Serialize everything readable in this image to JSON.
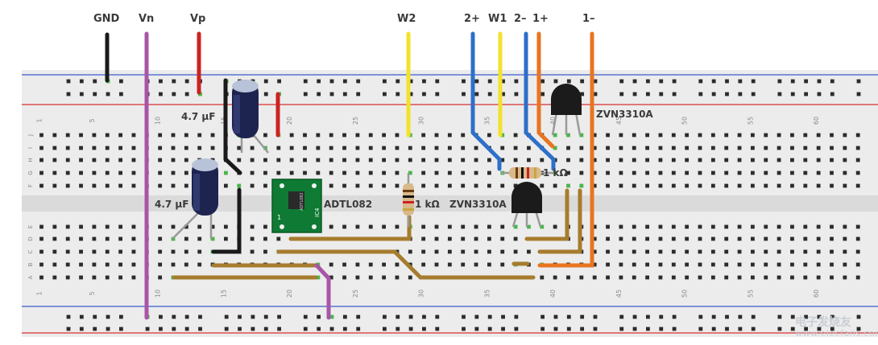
{
  "wire_labels": {
    "gnd": "GND",
    "vn": "Vn",
    "vp": "Vp",
    "w2": "W2",
    "two_plus": "2+",
    "w1": "W1",
    "two_minus": "2–",
    "one_plus": "1+",
    "one_minus": "1–"
  },
  "components": {
    "cap_top_label": "4.7 µF",
    "cap_bottom_label": "4.7 µF",
    "ic_label": "ADTL082",
    "resistor_right_label": "1 kΩ",
    "resistor_mid_label": "1 kΩ",
    "transistor_top_label": "ZVN3310A",
    "transistor_bottom_label": "ZVN3310A"
  },
  "ic_marking": {
    "chip_text": "ADTL082",
    "ref": "IC4",
    "pin1": "1"
  },
  "breadboard": {
    "column_numbers": [
      "1",
      "5",
      "10",
      "15",
      "20",
      "25",
      "30",
      "35",
      "40",
      "45",
      "50",
      "55",
      "60"
    ],
    "row_letters_upper": [
      "J",
      "I",
      "H",
      "G",
      "F"
    ],
    "row_letters_lower": [
      "E",
      "D",
      "C",
      "B",
      "A"
    ]
  },
  "watermark": {
    "text_cn": "电子发烧友",
    "text_en": "www.elecfans.com"
  },
  "colors": {
    "board": "#ececec",
    "rail_red": "#d93030",
    "rail_blue": "#3b5bcc",
    "jumper_black": "#1a1a1a",
    "jumper_purple": "#a855a8",
    "jumper_red": "#cc2222",
    "jumper_yellow": "#f2e22a",
    "jumper_blue": "#2e6fc9",
    "jumper_orange": "#e87520",
    "jumper_brown": "#a67c2e",
    "hole_active": "#4ab54a"
  }
}
